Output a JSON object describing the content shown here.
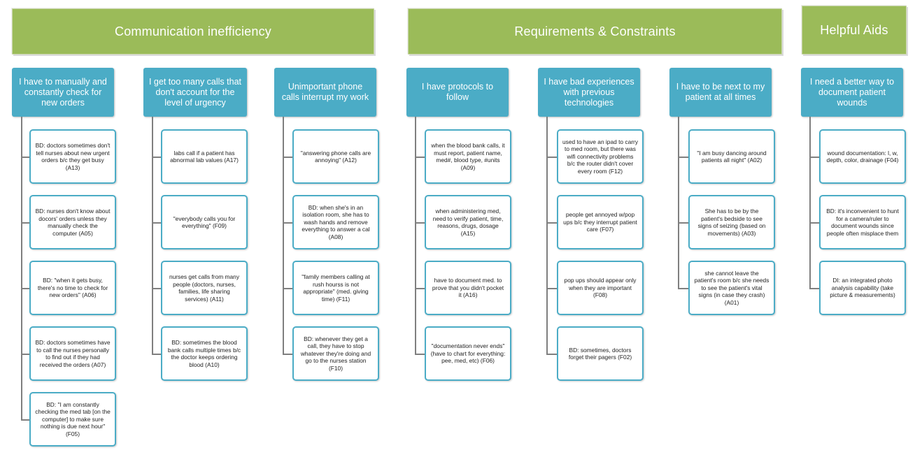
{
  "categories": [
    {
      "label": "Communication inefficiency"
    },
    {
      "label": "Requirements & Constraints"
    },
    {
      "label": "Helpful Aids"
    }
  ],
  "columns": [
    {
      "header": "I have to manually and constantly check for new orders",
      "cards": [
        "BD: doctors sometimes don't tell nurses about new urgent orders b/c they get busy (A13)",
        "BD: nurses don't know about docors' orders unless they manually check the computer (A05)",
        "BD: \"when it gets busy, there's no time to check for new orders\" (A06)",
        "BD: doctors sometimes have to call the nurses personally to find out if they had received the orders (A07)",
        "BD: \"I am constantly checking the med tab [on the computer] to make sure nothing is due next hour\" (F05)"
      ]
    },
    {
      "header": "I get too many calls that don't account for the level of urgency",
      "cards": [
        "labs call if a patient has abnormal lab values (A17)",
        "\"everybody calls you for everything\" (F09)",
        "nurses get calls from many people (doctors, nurses, families, life sharing services) (A11)",
        "BD: sometimes the blood bank calls multiple times b/c the doctor keeps ordering blood (A10)"
      ]
    },
    {
      "header": "Unimportant phone calls interrupt my work",
      "cards": [
        "\"answering phone calls are annoying\" (A12)",
        "BD: when she's in an isolation room, she has to wash hands and remove everything to answer a cal (A08)",
        "\"family members calling at rush hourss is not appropriate\" (med. giving time) (F11)",
        "BD: whenever they get a call, they have to stop whatever they're doing and go to the nurses station (F10)"
      ]
    },
    {
      "header": "I have protocols to follow",
      "cards": [
        "when the blood bank calls, it must report, patient name, med#, blood type, #units (A09)",
        "when administering med, need to verify patient, time, reasons, drugs, dosage (A15)",
        "have to document med. to prove that you didn't pocket it (A16)",
        "\"documentation never ends\" (have to chart for everything: pee, med, etc) (F06)"
      ]
    },
    {
      "header": "I have bad experiences with previous technologies",
      "cards": [
        "used to have an ipad to carry to med room, but there was wifi connectivity problems b/c the router didn't cover every room (F12)",
        "people get annoyed w/pop ups b/c they interrupt patient care (F07)",
        "pop ups should appear only when they are important (F08)",
        "BD: sometimes, doctors forget their pagers (F02)"
      ]
    },
    {
      "header": "I have to be next to my patient at all times",
      "cards": [
        "\"I am busy dancing around patients all night\" (A02)",
        "She has to be by the patient's bedside to see signs of seizing (based on movements) (A03)",
        "she cannot leave the patient's room b/c she needs to see the patient's vital signs (in case they crash) (A01)"
      ]
    },
    {
      "header": "I need a better way to document patient wounds",
      "cards": [
        "wound documentation: l, w, depth, color, drainage (F04)",
        "BD: it's inconvenient to hunt for a camera/ruler to document wounds since people often misplace them",
        "DI: an integrated photo analysis capability (take picture & measurements)"
      ]
    }
  ]
}
